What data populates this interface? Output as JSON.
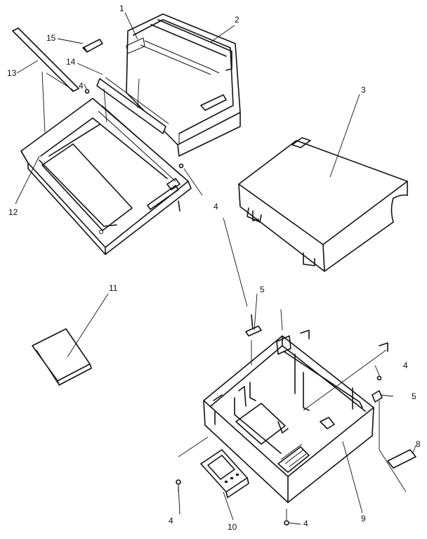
{
  "callouts": [
    {
      "id": "c1",
      "label": "1"
    },
    {
      "id": "c2",
      "label": "2"
    },
    {
      "id": "c3",
      "label": "3"
    },
    {
      "id": "c4a",
      "label": "4"
    },
    {
      "id": "c4b",
      "label": "4"
    },
    {
      "id": "c4c",
      "label": "4"
    },
    {
      "id": "c4d",
      "label": "4"
    },
    {
      "id": "c4e",
      "label": "4"
    },
    {
      "id": "c5a",
      "label": "5"
    },
    {
      "id": "c5b",
      "label": "5"
    },
    {
      "id": "c8",
      "label": "8"
    },
    {
      "id": "c9",
      "label": "9"
    },
    {
      "id": "c10",
      "label": "10"
    },
    {
      "id": "c11",
      "label": "11"
    },
    {
      "id": "c12",
      "label": "12"
    },
    {
      "id": "c13",
      "label": "13"
    },
    {
      "id": "c14",
      "label": "14"
    },
    {
      "id": "c15",
      "label": "15"
    }
  ],
  "colors": {
    "line": "#111111",
    "background": "#ffffff"
  }
}
